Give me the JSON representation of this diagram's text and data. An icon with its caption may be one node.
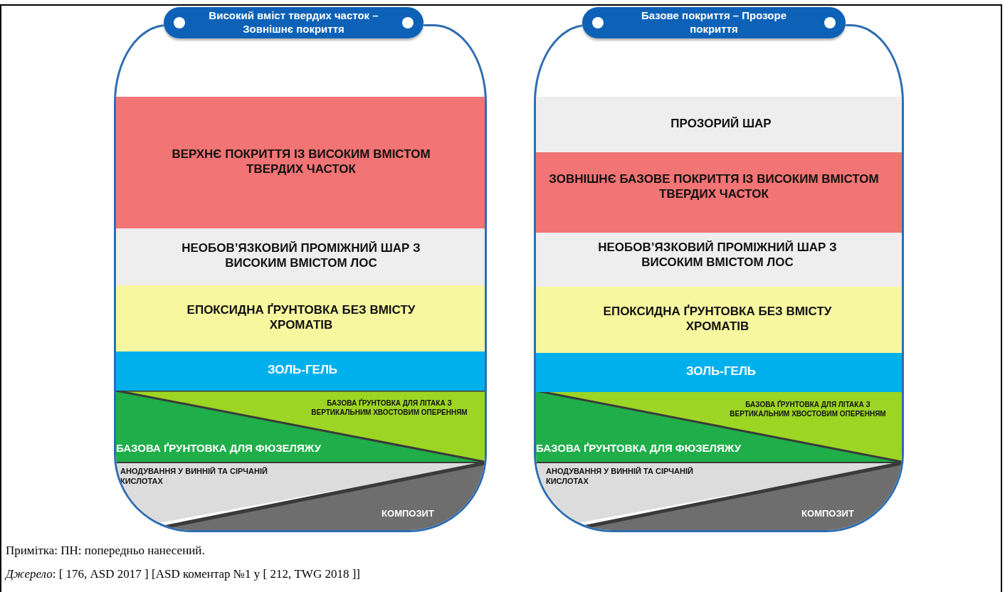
{
  "diagram": {
    "nodes": [
      {
        "text": [
          "Високий вміст твердих часток – Зовнішнє покриття"
        ]
      },
      {
        "text": [
          "ВЕРХНЄ ПОКРИТТЯ ІЗ ВИСОКИМ ВМІСТОМ ТВЕРДИХ ЧАСТОК"
        ],
        "in": 0
      },
      {
        "text": [
          "НЕОБОВ’ЯЗКОВИЙ ПРОМІЖНИЙ ШАР З ВИСОКИМ ВМІСТОМ ЛОС"
        ],
        "in": 0
      },
      {
        "text": [
          "ЕПОКСИДНА ҐРУНТОВКА БЕЗ ВМІСТУ ХРОМАТІВ"
        ],
        "in": 0
      },
      {
        "text": [
          "ЗОЛЬ-ГЕЛЬ"
        ],
        "in": 0
      },
      {
        "text": [
          "БАЗОВА ҐРУНТОВКА ДЛЯ ЛІТАКА З ВЕРТИКАЛЬНИМ ХВОСТОВИМ ОПЕРЕННЯМ"
        ],
        "in": 0
      },
      {
        "text": [
          "БАЗОВА ҐРУНТОВКА ДЛЯ ФЮЗЕЛЯЖУ"
        ],
        "in": 0
      },
      {
        "text": [
          "АНОДУВАННЯ У ВИННІЙ ТА СІРЧАНІЙ КИСЛОТАХ"
        ],
        "in": 0
      },
      {
        "text": [
          "КОМПОЗИТ"
        ],
        "in": 0
      },
      {
        "text": [
          "Базове покриття – Прозоре покриття"
        ]
      },
      {
        "text": [
          "ПРОЗОРИЙ ШАР"
        ],
        "in": 9
      },
      {
        "text": [
          "ЗОВНІШНЄ БАЗОВЕ ПОКРИТТЯ ІЗ ВИСОКИМ ВМІСТОМ ТВЕРДИХ ЧАСТОК"
        ],
        "in": 9
      },
      {
        "text": [
          "НЕОБОВ’ЯЗКОВИЙ ПРОМІЖНИЙ ШАР З ВИСОКИМ ВМІСТОМ ЛОС"
        ],
        "in": 9
      },
      {
        "text": [
          "ЕПОКСИДНА ҐРУНТОВКА БЕЗ ВМІСТУ ХРОМАТІВ"
        ],
        "in": 9
      },
      {
        "text": [
          "ЗОЛЬ-ГЕЛЬ"
        ],
        "in": 9
      },
      {
        "text": [
          "БАЗОВА ҐРУНТОВКА ДЛЯ ЛІТАКА З ВЕРТИКАЛЬНИМ ХВОСТОВИМ ОПЕРЕННЯМ"
        ],
        "in": 9
      },
      {
        "text": [
          "БАЗОВА ҐРУНТОВКА ДЛЯ ФЮЗЕЛЯЖУ"
        ],
        "in": 9
      },
      {
        "text": [
          "АНОДУВАННЯ У ВИННІЙ ТА СІРЧАНІЙ КИСЛОТАХ"
        ],
        "in": 9
      },
      {
        "text": [
          "КОМПОЗИТ"
        ],
        "in": 9
      }
    ],
    "edges": [],
    "labels": [
      "Примітка: ПН: попередньо нанесений.",
      "*Джерело*: [ 176, ASD 2017 ] [ASD коментар №1 у [ 212, TWG 2018 ]]"
    ]
  }
}
